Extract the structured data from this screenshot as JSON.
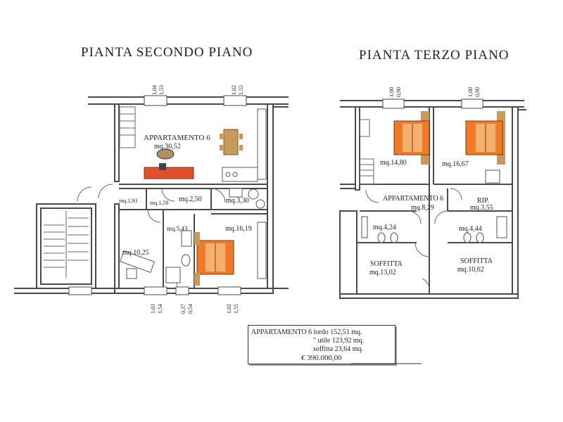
{
  "titles": {
    "second_floor": "PIANTA SECONDO PIANO",
    "third_floor": "PIANTA TERZO PIANO"
  },
  "second_floor": {
    "apartment_label": "APPARTAMENTO 6",
    "rooms": {
      "living": "mq.30,52",
      "small1": "mq.1,93",
      "small2": "mq.1,59",
      "hall": "mq.2,50",
      "utility": "mq.3,30",
      "bath": "mq.5,43",
      "bedroom": "mq.16,19",
      "study": "mq.10,25"
    },
    "window_dims": {
      "top_left": [
        "1,04",
        "1,53"
      ],
      "top_right": [
        "1,02",
        "1,53"
      ],
      "bottom_left": [
        "1,03",
        "1,54"
      ],
      "bottom_mid": [
        "0,37",
        "0,54"
      ],
      "bottom_right": [
        "1,02",
        "1,55"
      ]
    }
  },
  "third_floor": {
    "apartment_label": "APPARTAMENTO 6",
    "rooms": {
      "bedroom_left": "mq.14,80",
      "bedroom_right": "mq.16,67",
      "hall": "mq.8,29",
      "rip_name": "RIP.",
      "rip": "mq.3,55",
      "bath_left": "mq.4,24",
      "bath_right": "mq.4,44",
      "soffitta_left_name": "SOFFITTA",
      "soffitta_left": "mq.13,02",
      "soffitta_right_name": "SOFFITTA",
      "soffitta_right": "mq.10,62"
    },
    "window_dims": {
      "top_left": [
        "1,00",
        "0,90"
      ],
      "top_right": [
        "1,00",
        "0,90"
      ]
    }
  },
  "summary": {
    "line1": "APPARTAMENTO 6 lordo 152,51 mq.",
    "line2": "\" utile 123,92 mq.",
    "line3": "soffitta 23,64 mq.",
    "price": "€ 390.000,00"
  },
  "colors": {
    "wall": "#4a4a4a",
    "bed": "#f07a28",
    "sofa": "#e0502a",
    "furniture": "#c89a5a"
  }
}
